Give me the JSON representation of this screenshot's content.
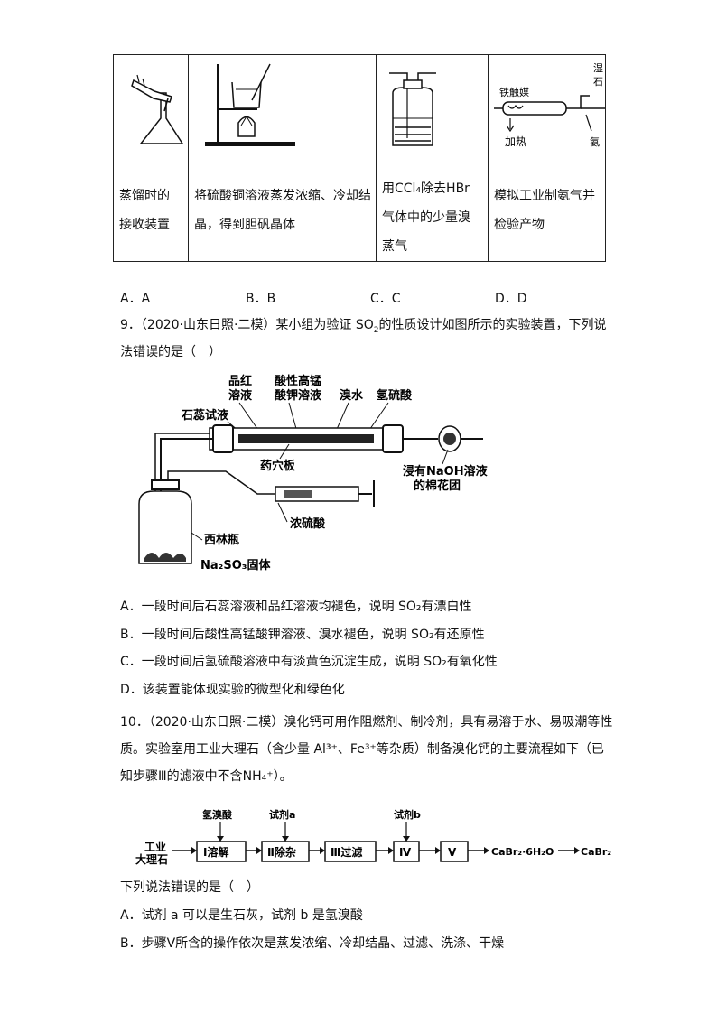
{
  "table": {
    "row2": [
      [
        "蒸馏时的",
        "接收装置"
      ],
      [
        "将硫酸铜溶液蒸发浓缩、冷却结",
        "晶，得到胆矾晶体"
      ],
      [
        "用CCl₄除去HBr",
        "气体中的少量溴",
        "蒸气"
      ],
      [
        "模拟工业制氨气并",
        "检验产物"
      ]
    ],
    "d_labels": {
      "a": "铁触媒",
      "b": "加热",
      "c": "湿",
      "d": "石",
      "e": "氨"
    }
  },
  "q8_options": [
    "A．A",
    "B．B",
    "C．C",
    "D．D"
  ],
  "q9": {
    "stem_line1_pre": "9．（2020·山东日照·二模）某小组为验证 SO",
    "stem_line1_post": "的性质设计如图所示的实验装置，下列说",
    "stem_line2": "法错误的是（　）",
    "figure": {
      "l_pinhong": [
        "品红",
        "溶液"
      ],
      "l_kmno4": [
        "酸性高锰",
        "酸钾溶液"
      ],
      "l_br": "溴水",
      "l_h2s": "氢硫酸",
      "l_litmus": "石蕊试液",
      "l_plate": "药穴板",
      "l_naoh": [
        "浸有NaOH溶液",
        "的棉花团"
      ],
      "l_h2so4": "浓硫酸",
      "l_bottle": "西林瓶",
      "l_na2so3": "Na₂SO₃固体"
    },
    "A": "A．一段时间后石蕊溶液和品红溶液均褪色，说明 SO₂有漂白性",
    "B": "B．一段时间后酸性高锰酸钾溶液、溴水褪色，说明 SO₂有还原性",
    "C": "C．一段时间后氢硫酸溶液中有淡黄色沉淀生成，说明 SO₂有氧化性",
    "D": "D．该装置能体现实验的微型化和绿色化"
  },
  "q10": {
    "line1": "10．（2020·山东日照·二模）溴化钙可用作阻燃剂、制冷剂，具有易溶于水、易吸潮等性",
    "line2": "质。实验室用工业大理石（含少量 Al³⁺、Fe³⁺等杂质）制备溴化钙的主要流程如下（已",
    "line3": "知步骤Ⅲ的滤液中不含NH₄⁺）。",
    "flow": {
      "start": [
        "工业",
        "大理石"
      ],
      "steps": [
        "Ⅰ溶解",
        "Ⅱ除杂",
        "Ⅲ过滤",
        "Ⅳ",
        "Ⅴ"
      ],
      "reagents": [
        "氢溴酸",
        "试剂a",
        "试剂b"
      ],
      "product1": "CaBr₂·6H₂O",
      "product2": "CaBr₂"
    },
    "ask": "下列说法错误的是（　）",
    "A": "A．试剂 a 可以是生石灰，试剂 b 是氢溴酸",
    "B": "B．步骤Ⅴ所含的操作依次是蒸发浓缩、冷却结晶、过滤、洗涤、干燥"
  }
}
